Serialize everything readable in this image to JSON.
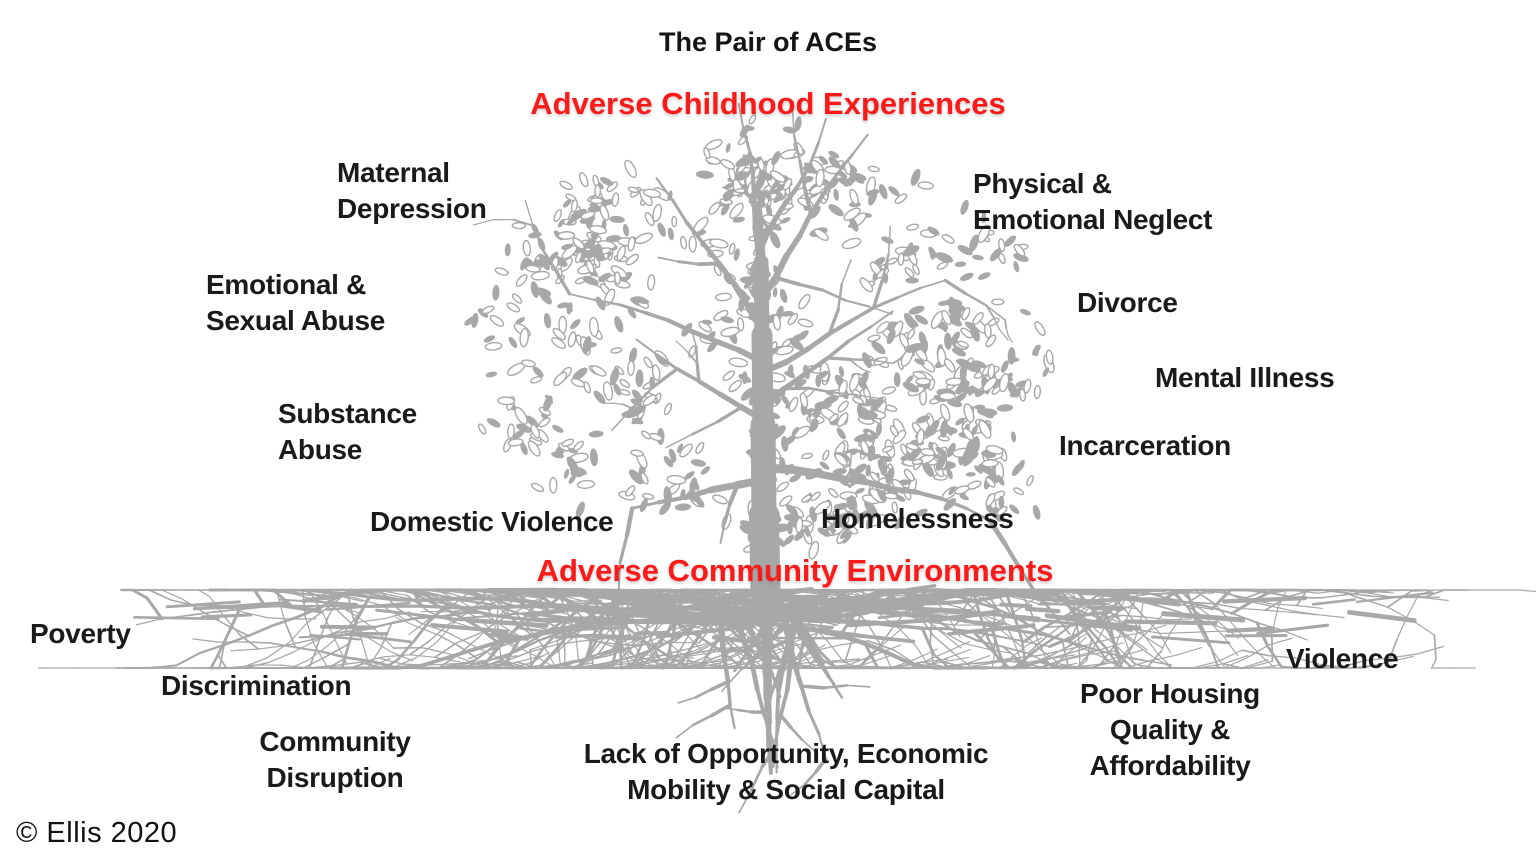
{
  "title": "The Pair of ACEs",
  "copyright": "© Ellis 2020",
  "colors": {
    "heading_red": "#fa1a1a",
    "tree_gray": "#a8a8a8",
    "label_black": "#1a1a1a"
  },
  "aces": {
    "heading": "Adverse Childhood Experiences",
    "items": [
      {
        "id": "maternal-depression",
        "label": "Maternal\nDepression"
      },
      {
        "id": "physical-emotional-neglect",
        "label": "Physical &\nEmotional Neglect"
      },
      {
        "id": "emotional-sexual-abuse",
        "label": "Emotional &\nSexual Abuse"
      },
      {
        "id": "divorce",
        "label": "Divorce"
      },
      {
        "id": "mental-illness",
        "label": "Mental Illness"
      },
      {
        "id": "substance-abuse",
        "label": "Substance\nAbuse"
      },
      {
        "id": "incarceration",
        "label": "Incarceration"
      },
      {
        "id": "domestic-violence",
        "label": "Domestic Violence"
      },
      {
        "id": "homelessness",
        "label": "Homelessness"
      }
    ]
  },
  "community": {
    "heading": "Adverse Community Environments",
    "items": [
      {
        "id": "poverty",
        "label": "Poverty"
      },
      {
        "id": "discrimination",
        "label": "Discrimination"
      },
      {
        "id": "community-disruption",
        "label": "Community\nDisruption"
      },
      {
        "id": "lack-of-opportunity",
        "label": "Lack of Opportunity, Economic\nMobility & Social Capital"
      },
      {
        "id": "poor-housing",
        "label": "Poor Housing\nQuality &\nAffordability"
      },
      {
        "id": "violence",
        "label": "Violence"
      }
    ]
  }
}
